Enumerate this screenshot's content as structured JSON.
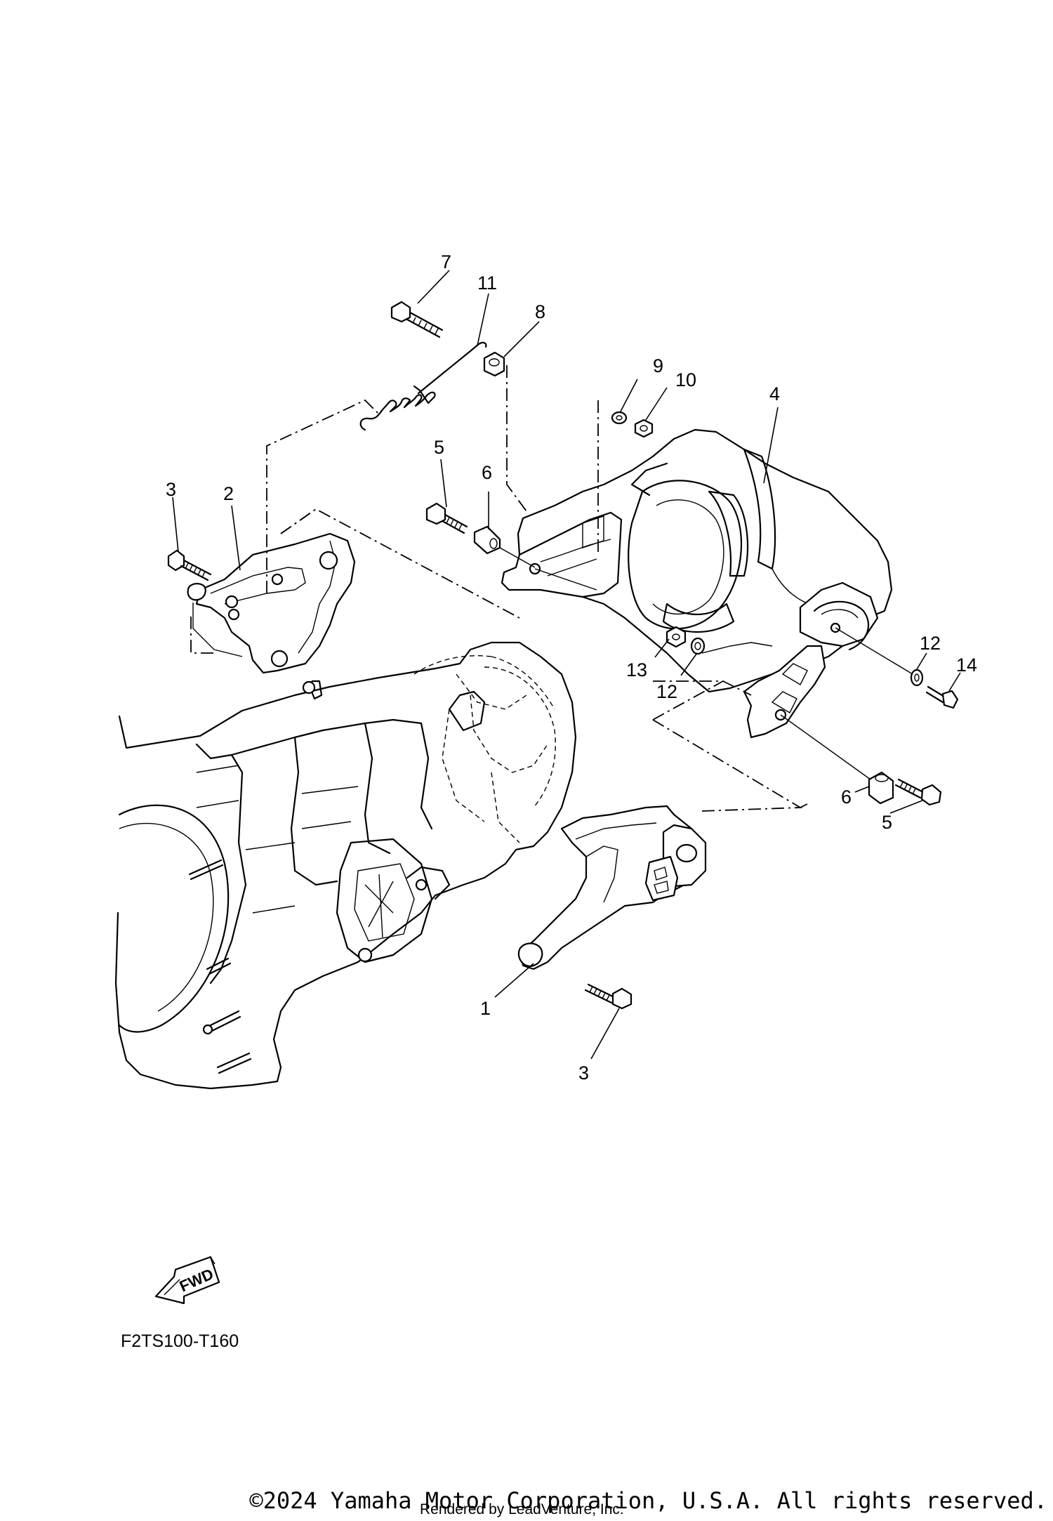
{
  "callouts": {
    "c1": "1",
    "c2": "2",
    "c3a": "3",
    "c3b": "3",
    "c4": "4",
    "c5a": "5",
    "c5b": "5",
    "c6a": "6",
    "c6b": "6",
    "c7": "7",
    "c8": "8",
    "c9": "9",
    "c10": "10",
    "c11": "11",
    "c12a": "12",
    "c12b": "12",
    "c13": "13",
    "c14": "14"
  },
  "direction_label": "FWD",
  "figure_code": "F2TS100-T160",
  "copyright": "©2024 Yamaha Motor Corporation, U.S.A. All rights reserved.",
  "rendered_by": "Rendered by LeadVenture, Inc."
}
